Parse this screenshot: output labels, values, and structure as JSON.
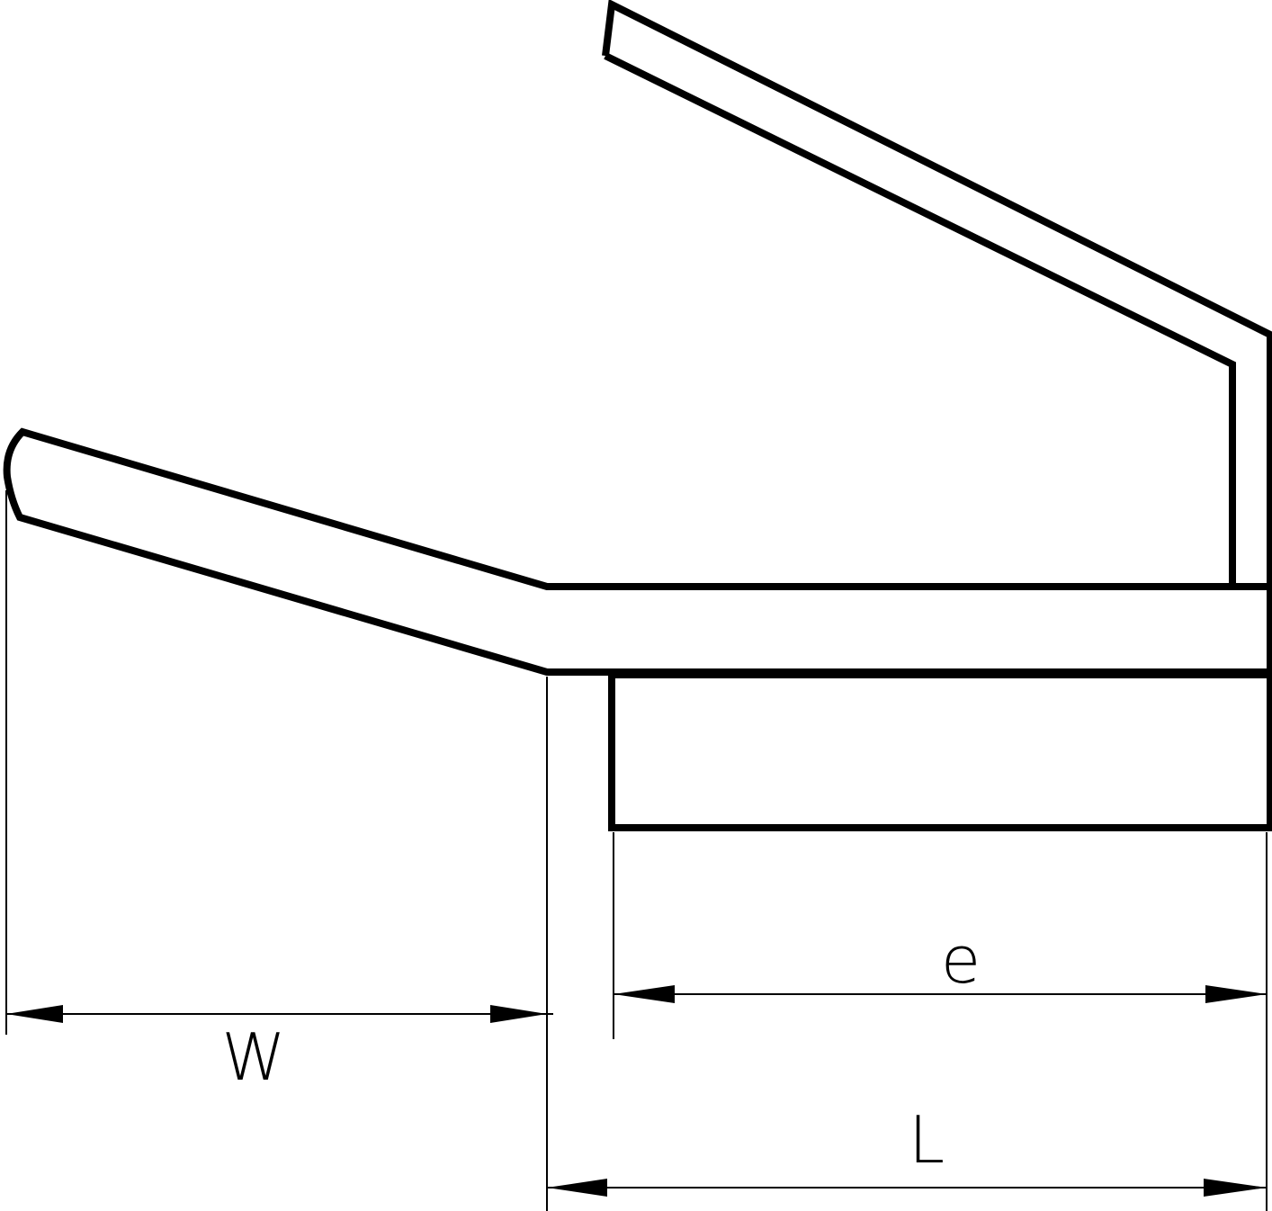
{
  "diagram": {
    "dimensions": {
      "width_label": "W",
      "e_label": "e",
      "length_label": "L"
    },
    "line_color": "#000000",
    "background": "#ffffff"
  }
}
